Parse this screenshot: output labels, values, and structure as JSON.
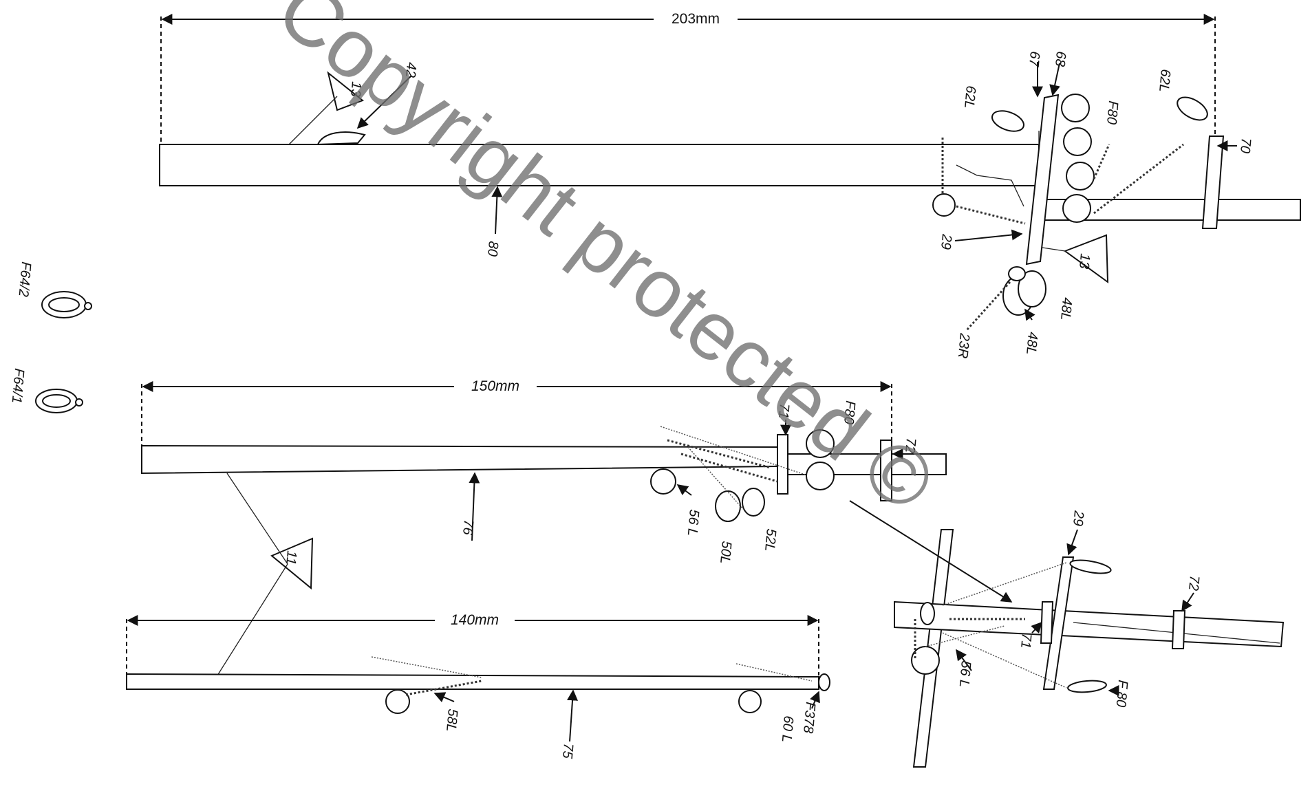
{
  "dimensions": {
    "d203": "203mm",
    "d150": "150mm",
    "d140": "140mm"
  },
  "labels": {
    "p42": "42",
    "p13a": "13",
    "p13b": "13",
    "p67": "67",
    "p68": "68",
    "p62a": "62L",
    "p62b": "62L",
    "pF80a": "F80",
    "p70": "70",
    "p80": "80",
    "p29a": "29",
    "p48a": "48L",
    "p48b": "48L",
    "p23": "23R",
    "pF642": "F64/2",
    "pF641": "F64/1",
    "p71a": "71",
    "pF80b": "F80",
    "p72a": "72",
    "p76": "76",
    "p56a": "56 L",
    "p50": "50L",
    "p52": "52L",
    "p11": "11",
    "p29b": "29",
    "p72b": "72",
    "p71b": "71",
    "p56b": "56 L",
    "pF80c": "F 80",
    "p58": "58L",
    "p75": "75",
    "p60": "60 L",
    "pF378": "F378"
  },
  "watermark": {
    "text": "Copyright protected ©"
  },
  "colors": {
    "ink": "#111111",
    "watermark": "#6e6e6e"
  }
}
